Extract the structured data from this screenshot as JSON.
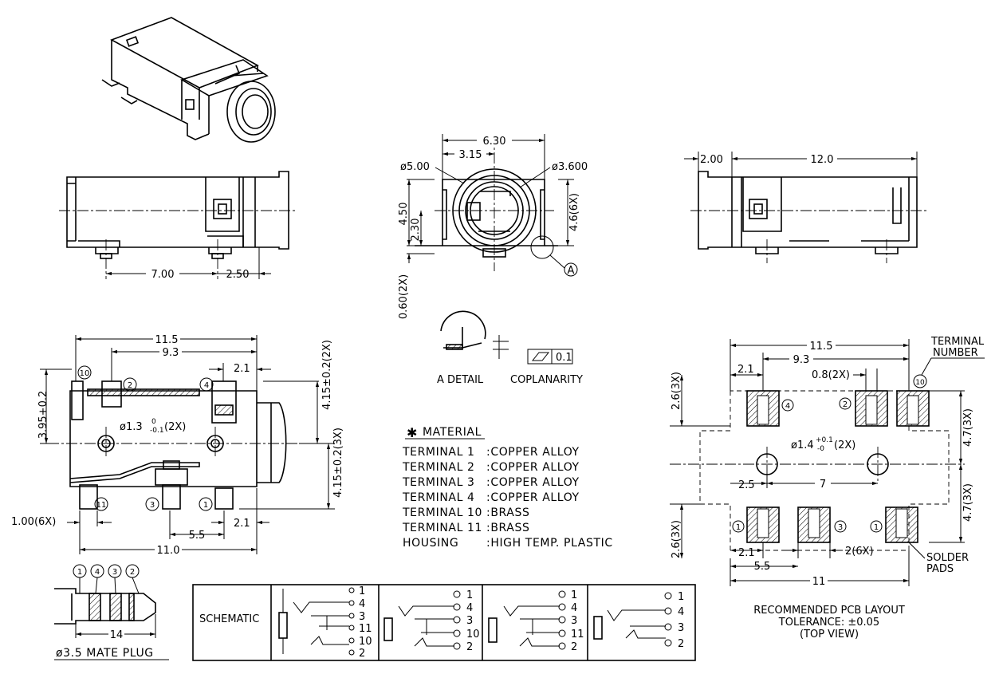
{
  "top_view": {
    "dim_len": "7.00",
    "dim_front": "2.50"
  },
  "front_view": {
    "dim_width": "6.30",
    "dim_half": "3.15",
    "dia_outer": "ø5.00",
    "dia_inner": "ø3.600",
    "dim_height": "4.50",
    "dim_center": "2.30",
    "dim_pin": "4.6(6X)",
    "dim_pad": "0.60(2X)",
    "detail_ref": "A"
  },
  "side_view": {
    "dim_front": "2.00",
    "dim_len": "12.0"
  },
  "detail": {
    "caption": "A DETAIL",
    "coplanarity_label": "COPLANARITY",
    "coplanarity_value": "0.1"
  },
  "bottom_view": {
    "dim_len": "11.5",
    "dim_93": "9.3",
    "dim_21": "2.1",
    "dim_395": "3.95+0.2",
    "dim_415a": "4.15±0.2(2X)",
    "dim_415b": "4.15±0.2(3X)",
    "hole": "ø1.3",
    "hole_tol_up": "0",
    "hole_tol_dn": "-0.1",
    "hole_count": "(2X)",
    "dim_100": "1.00(6X)",
    "dim_55": "5.5",
    "dim_21b": "2.1",
    "dim_110": "11.0",
    "pins": [
      "10",
      "2",
      "4",
      "11",
      "3",
      "1"
    ]
  },
  "material": {
    "title": "MATERIAL",
    "marker": "✱",
    "rows": [
      {
        "name": "TERMINAL 1",
        "value": ":COPPER ALLOY"
      },
      {
        "name": "TERMINAL 2",
        "value": ":COPPER ALLOY"
      },
      {
        "name": "TERMINAL 3",
        "value": ":COPPER ALLOY"
      },
      {
        "name": "TERMINAL 4",
        "value": ":COPPER ALLOY"
      },
      {
        "name": "TERMINAL 10",
        "value": ":BRASS"
      },
      {
        "name": "TERMINAL 11",
        "value": ":BRASS"
      },
      {
        "name": "HOUSING",
        "value": ":HIGH TEMP. PLASTIC"
      }
    ]
  },
  "pcb": {
    "terminal_label_1": "TERMINAL",
    "terminal_label_2": "NUMBER",
    "dim_115": "11.5",
    "dim_93": "9.3",
    "dim_21": "2.1",
    "dim_08": "0.8(2X)",
    "dim_26a": "2.6(3X)",
    "dim_47a": "4.7(3X)",
    "hole": "ø1.4",
    "hole_tol_up": "+0.1",
    "hole_tol_dn": "-0",
    "hole_count": "(2X)",
    "dim_25": "2.5",
    "dim_7": "7",
    "dim_26b": "2.6(3X)",
    "dim_47b": "4.7(3X)",
    "dim_21b": "2.1",
    "dim_2": "2(6X)",
    "dim_55": "5.5",
    "dim_11": "11",
    "solder_1": "SOLDER",
    "solder_2": "PADS",
    "pins_top": [
      "4",
      "2",
      "10"
    ],
    "pins_bottom": [
      "1",
      "3",
      "1"
    ],
    "caption_1": "RECOMMENDED PCB LAYOUT",
    "caption_2": "TOLERANCE: ±0.05",
    "caption_3": "(TOP VIEW)"
  },
  "plug": {
    "label": "ø3.5 MATE PLUG",
    "dim": "14",
    "rings": [
      "1",
      "4",
      "3",
      "2"
    ]
  },
  "schematic": {
    "label": "SCHEMATIC",
    "panels": [
      [
        "1",
        "4",
        "3",
        "11",
        "10",
        "2"
      ],
      [
        "1",
        "4",
        "3",
        "10",
        "2"
      ],
      [
        "1",
        "4",
        "3",
        "11",
        "2"
      ],
      [
        "1",
        "4",
        "3",
        "2"
      ]
    ]
  }
}
